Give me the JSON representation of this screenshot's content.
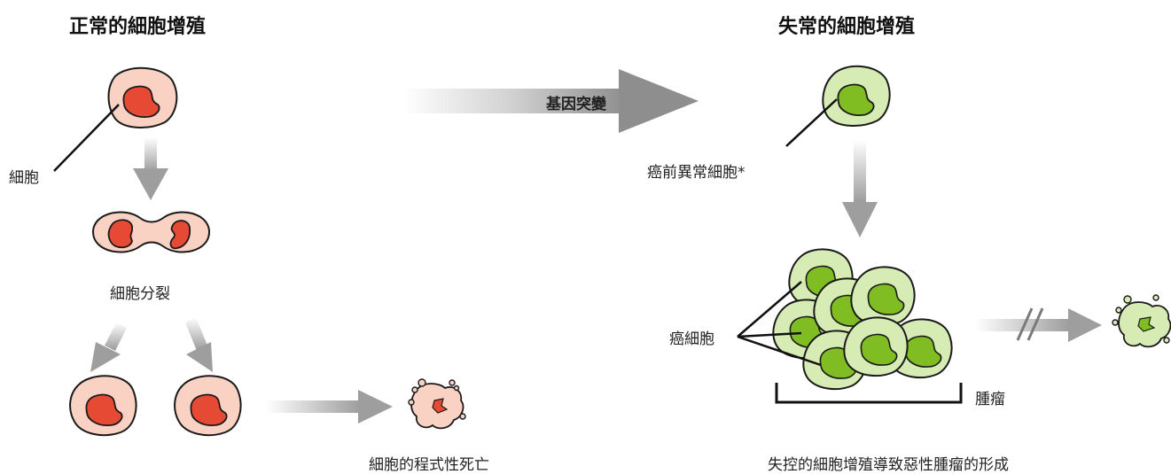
{
  "normal": {
    "title": "正常的細胞增殖",
    "cell_label": "細胞",
    "division_label": "細胞分裂",
    "apoptosis_label": "細胞的程式性死亡"
  },
  "abnormal": {
    "title": "失常的細胞增殖",
    "mutation_label": "基因突變",
    "precancer_label": "癌前異常細胞*",
    "cancer_label": "癌細胞",
    "tumor_label": "腫瘤",
    "caption": "失控的細胞增殖導致惡性腫瘤的形成"
  },
  "colors": {
    "normal_cell_fill": "#f9d2c3",
    "normal_nucleus": "#e64a34",
    "abnormal_cell_fill": "#d6ecb4",
    "abnormal_nucleus": "#7fbd22",
    "outline": "#1a1a1a",
    "arrow_gray": "#a8a8a8"
  }
}
